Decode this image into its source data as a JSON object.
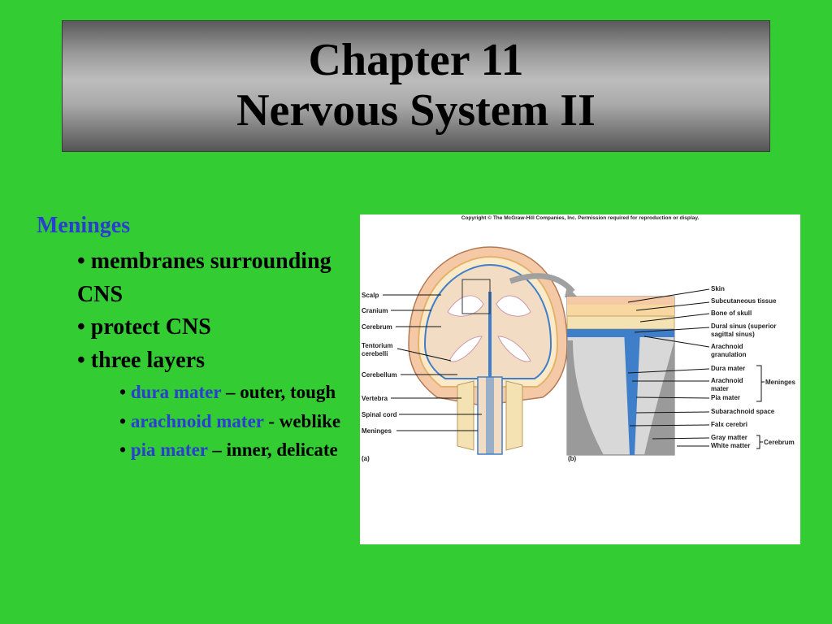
{
  "title": {
    "line1": "Chapter 11",
    "line2": "Nervous System II"
  },
  "content": {
    "heading": "Meninges",
    "bullets": [
      {
        "text": "• membranes surrounding CNS"
      },
      {
        "text": "• protect CNS"
      },
      {
        "text": "• three layers"
      }
    ],
    "layers": [
      {
        "bullet": "• ",
        "term": "dura mater",
        "desc": " – outer, tough"
      },
      {
        "bullet": "• ",
        "term": "arachnoid mater",
        "desc": " - weblike"
      },
      {
        "bullet": "• ",
        "term": "pia mater",
        "desc": " – inner, delicate"
      }
    ]
  },
  "figure": {
    "copyright": "Copyright © The McGraw-Hill Companies, Inc. Permission required for reproduction or display.",
    "panel_a_letter": "(a)",
    "panel_b_letter": "(b)",
    "labels_a": [
      "Scalp",
      "Cranium",
      "Cerebrum",
      "Tentorium",
      "cerebelli",
      "Cerebellum",
      "Vertebra",
      "Spinal cord",
      "Meninges"
    ],
    "labels_b": [
      "Skin",
      "Subcutaneous tissue",
      "Bone of skull",
      "Dural sinus (superior",
      "sagittal sinus)",
      "Arachnoid",
      "granulation",
      "Dura mater",
      "Arachnoid",
      "mater",
      "Pia mater",
      "Subarachnoid space",
      "Falx cerebri",
      "Gray matter",
      "White matter"
    ],
    "group_meninges": "Meninges",
    "group_cerebrum": "Cerebrum"
  },
  "colors": {
    "background": "#33cc33",
    "accent_text": "#2a3fd0"
  }
}
